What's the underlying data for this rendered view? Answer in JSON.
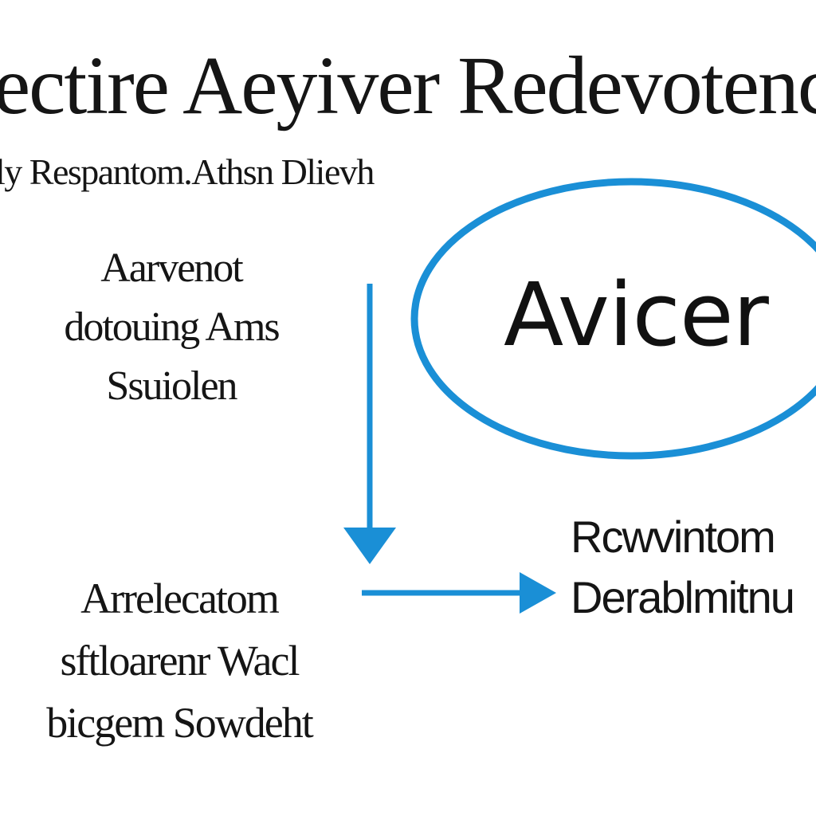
{
  "title": "ectire Aeyiver Redevotenc",
  "subtitle": "ly Respantom.Athsn Dlievh",
  "left_block": {
    "line1": "Aarvenot",
    "line2": "dotouing Ams",
    "line3": "Ssuiolen"
  },
  "circle": {
    "label": "Avicer",
    "color": "#1a8fd6"
  },
  "bottom_left": {
    "line1": "Arrelecatom",
    "line2": "sftloarenr Wacl",
    "line3": "bicgem Sowdeht"
  },
  "bottom_right": {
    "line1": "Rcwvintom",
    "line2": "Derablmitnu"
  },
  "arrow_color": "#1a8fd6"
}
